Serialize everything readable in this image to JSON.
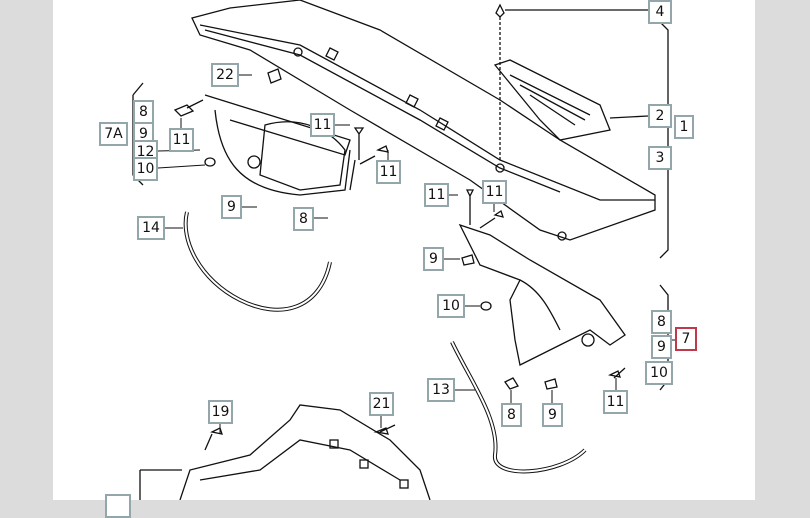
{
  "diagram": {
    "callouts": [
      {
        "id": "c4",
        "text": "4"
      },
      {
        "id": "c22",
        "text": "22"
      },
      {
        "id": "c8a",
        "text": "8"
      },
      {
        "id": "c7A",
        "text": "7A"
      },
      {
        "id": "c9a",
        "text": "9"
      },
      {
        "id": "c12",
        "text": "12"
      },
      {
        "id": "c10a",
        "text": "10"
      },
      {
        "id": "c11a",
        "text": "11"
      },
      {
        "id": "c11b",
        "text": "11"
      },
      {
        "id": "c11c",
        "text": "11"
      },
      {
        "id": "c9b",
        "text": "9"
      },
      {
        "id": "c8b",
        "text": "8"
      },
      {
        "id": "c14",
        "text": "14"
      },
      {
        "id": "c2",
        "text": "2"
      },
      {
        "id": "c1",
        "text": "1"
      },
      {
        "id": "c3",
        "text": "3"
      },
      {
        "id": "c11d",
        "text": "11"
      },
      {
        "id": "c11e",
        "text": "11"
      },
      {
        "id": "c9c",
        "text": "9"
      },
      {
        "id": "c10b",
        "text": "10"
      },
      {
        "id": "c8c",
        "text": "8"
      },
      {
        "id": "c7",
        "text": "7"
      },
      {
        "id": "c9d",
        "text": "9"
      },
      {
        "id": "c10c",
        "text": "10"
      },
      {
        "id": "c13",
        "text": "13"
      },
      {
        "id": "c8d",
        "text": "8"
      },
      {
        "id": "c9e",
        "text": "9"
      },
      {
        "id": "c11f",
        "text": "11"
      },
      {
        "id": "c19",
        "text": "19"
      },
      {
        "id": "c21",
        "text": "21"
      }
    ],
    "highlight_color": "#c0394a",
    "callout_border_color": "#93a7aa"
  }
}
